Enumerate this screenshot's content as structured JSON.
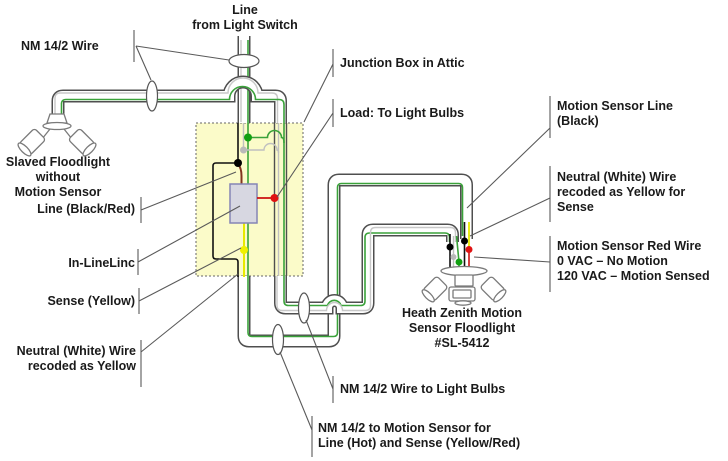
{
  "diagram_title": "Motion sensor floodlight wiring diagram",
  "labels": {
    "line_from_switch": "Line\nfrom Light Switch",
    "nm_wire": "NM 14/2 Wire",
    "junction_box": "Junction Box in Attic",
    "load": "Load: To Light Bulbs",
    "slaved_floodlight": "Slaved Floodlight\nwithout\nMotion Sensor",
    "line_black_red": "Line (Black/Red)",
    "inlinelinc": "In-LineLinc",
    "sense_yellow": "Sense (Yellow)",
    "neutral_recoded": "Neutral (White) Wire\nrecoded as Yellow",
    "motion_sensor_line": "Motion Sensor Line\n(Black)",
    "neutral_recoded_sense": "Neutral (White) Wire\nrecoded as Yellow for\nSense",
    "motion_sensor_red": "Motion Sensor Red Wire\n0 VAC – No Motion\n120 VAC – Motion Sensed",
    "heath_zenith": "Heath Zenith Motion\nSensor Floodlight\n#SL-5412",
    "nm_to_bulbs": "NM 14/2 Wire to Light Bulbs",
    "nm_to_sensor": "NM 14/2 to Motion Sensor for\nLine (Hot) and Sense (Yellow/Red)"
  },
  "colors": {
    "wire_outline": "#4f4f4f",
    "wire_green": "#3aa23a",
    "wire_white": "#c8c8c8",
    "wire_yellow": "#e9e900",
    "wire_red": "#e01212",
    "wire_brown": "#83341f",
    "junction_box_fill": "#fbfbc9",
    "inlinelinc_fill": "#d7d7e1",
    "inlinelinc_border": "#8585b5",
    "text_color": "#1a1a1a"
  }
}
